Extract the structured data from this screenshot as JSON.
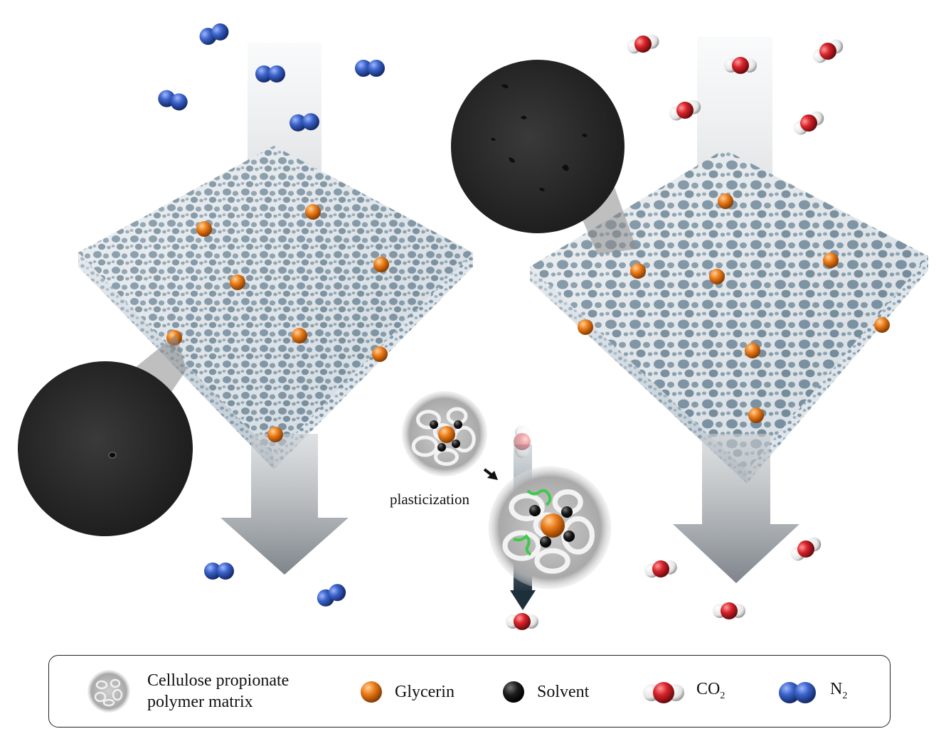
{
  "diagram": {
    "process_label": "plasticization"
  },
  "legend": {
    "items": [
      {
        "key": "matrix",
        "label_line1": "Cellulose propionate",
        "label_line2": "polymer matrix",
        "icon": "porous-sphere-icon",
        "color": "#9a9a9a"
      },
      {
        "key": "glycerin",
        "label": "Glycerin",
        "icon": "orange-sphere-icon",
        "color": "#e8801f"
      },
      {
        "key": "solvent",
        "label": "Solvent",
        "icon": "black-sphere-icon",
        "color": "#1a1a1a"
      },
      {
        "key": "co2",
        "label": "CO",
        "subscript": "2",
        "icon": "co2-molecule-icon",
        "color": "#d8232a"
      },
      {
        "key": "n2",
        "label": "N",
        "subscript": "2",
        "icon": "n2-molecule-icon",
        "color": "#2f56b8"
      }
    ]
  },
  "colors": {
    "n2": "#2f56b8",
    "co2": "#d8232a",
    "glycerin": "#e8801f",
    "membrane_top": "#dfe5ea",
    "pore": "#6f8799",
    "arrow": "#8e9398",
    "sem_bg": "#2a2a2a"
  }
}
